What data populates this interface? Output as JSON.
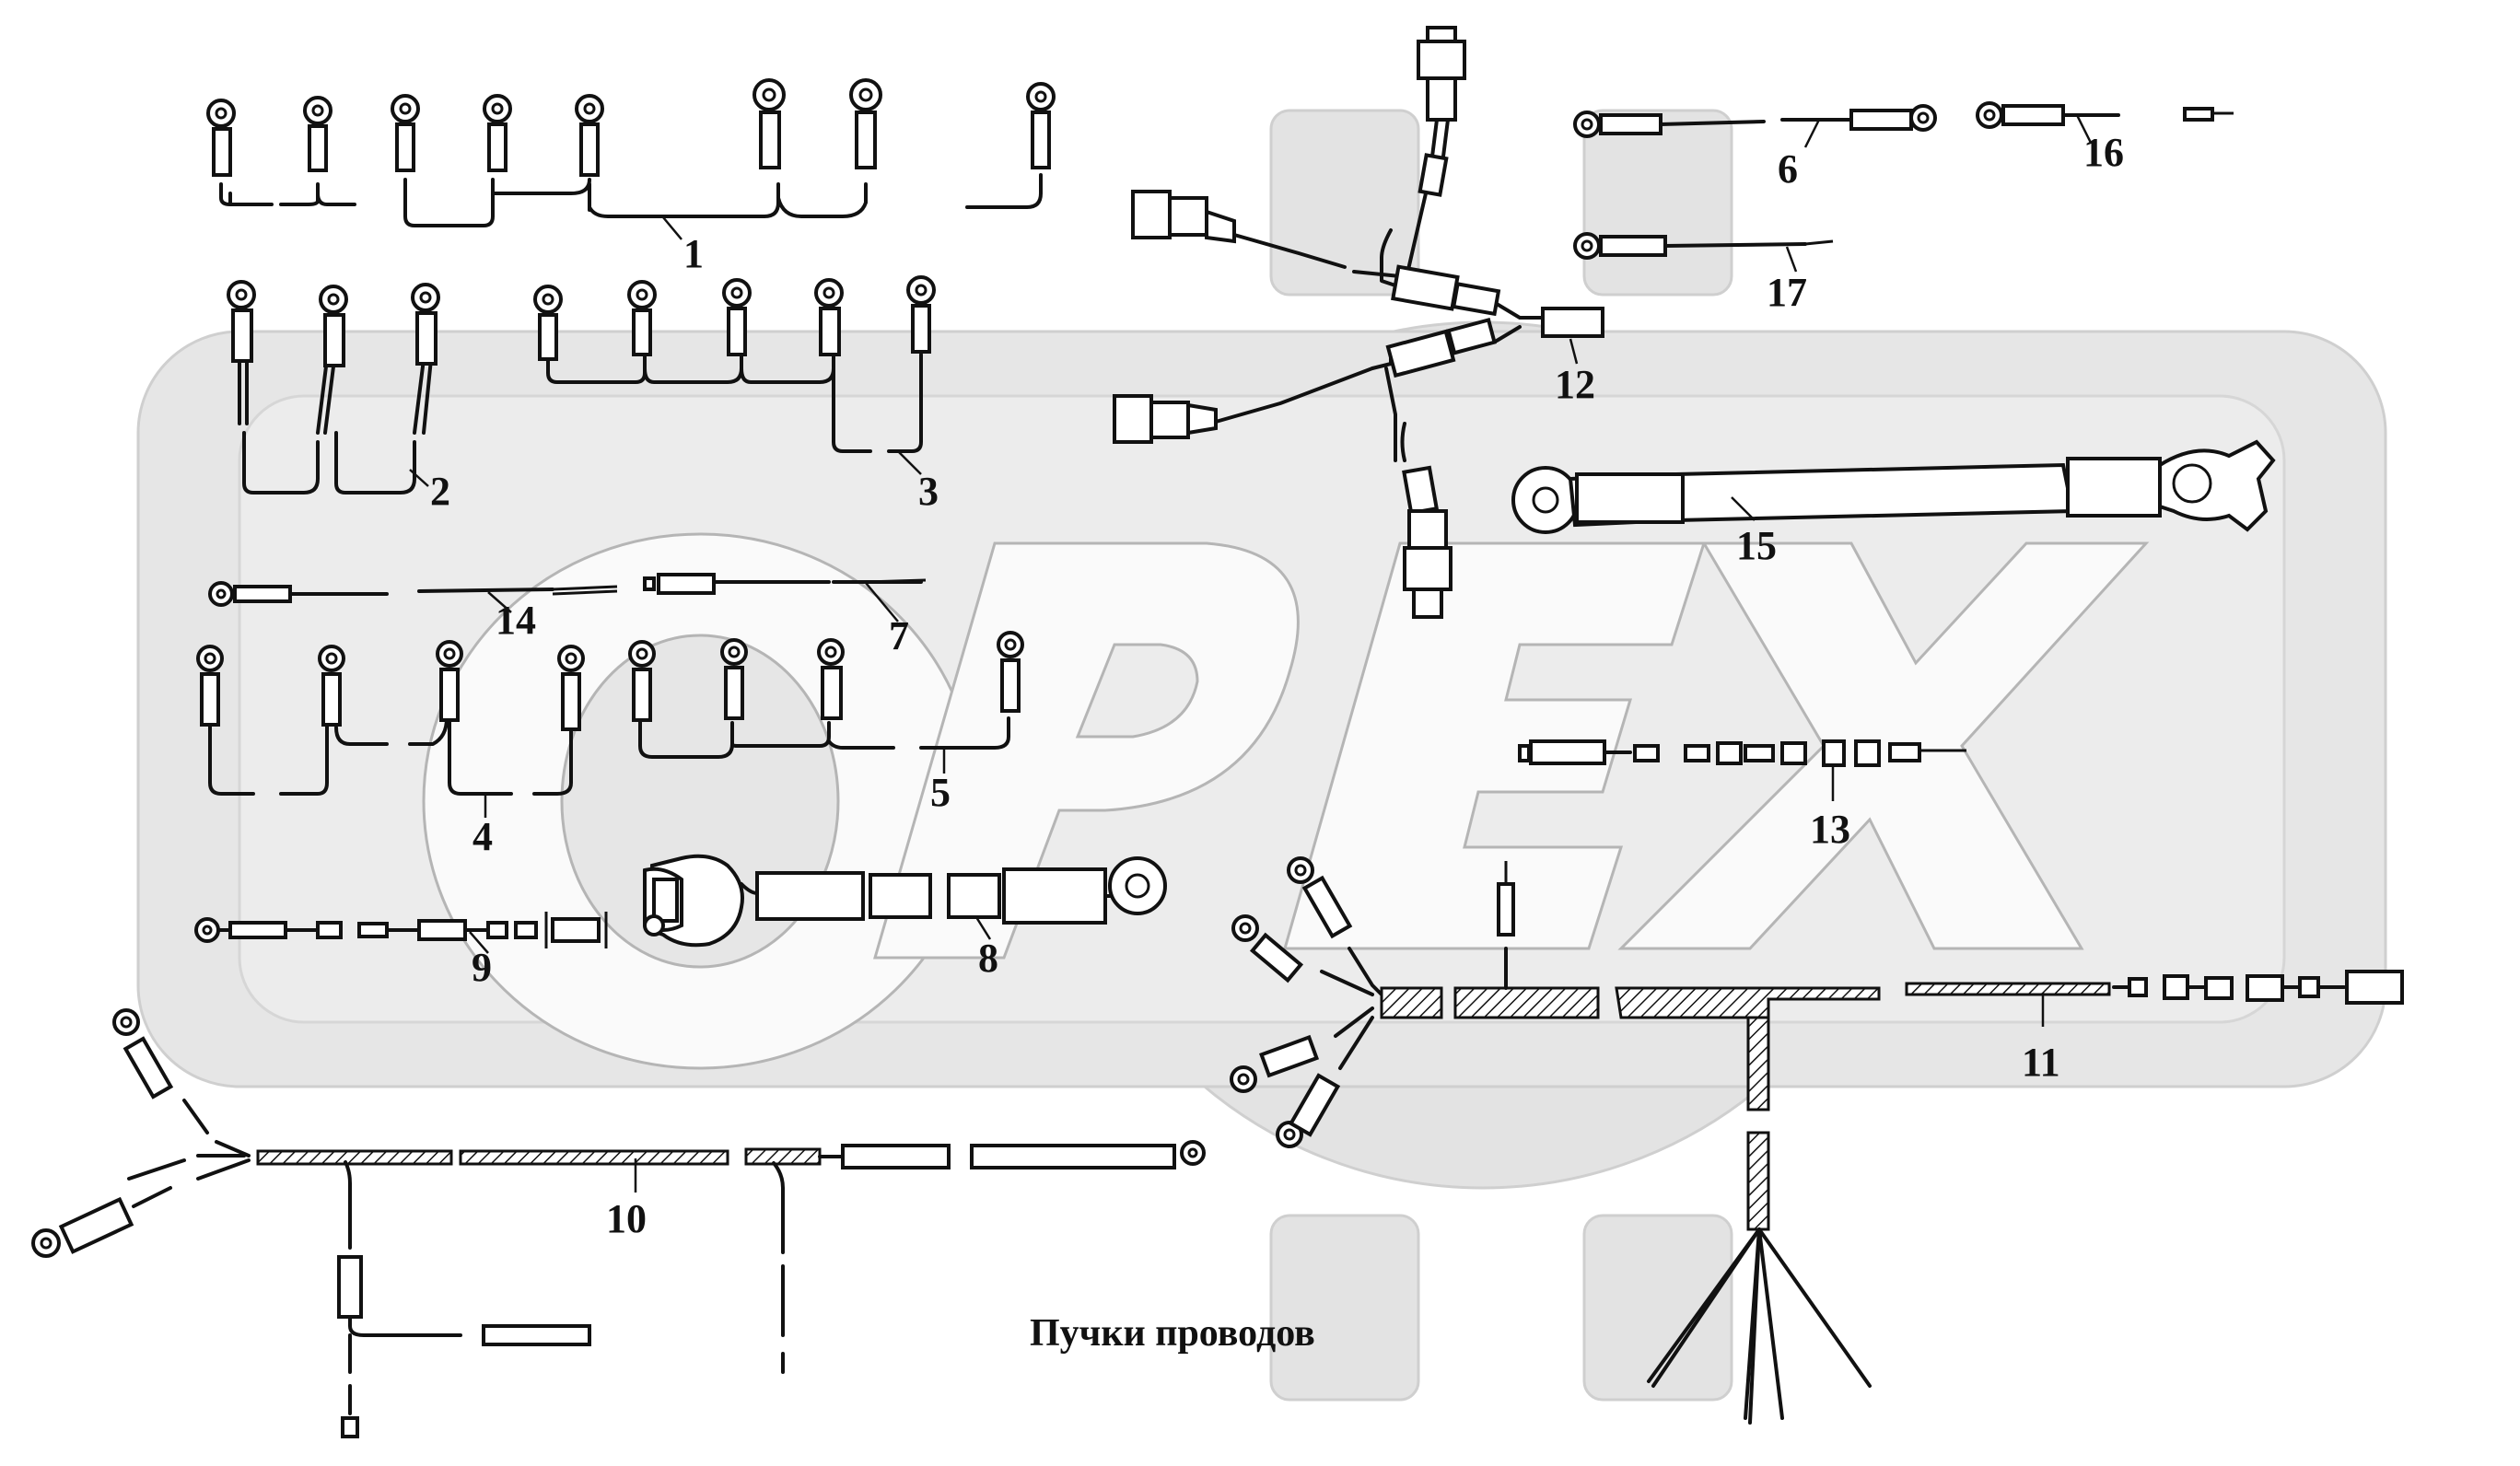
{
  "watermark": {
    "text": "OPEX",
    "color": "#e3e3e3"
  },
  "labels": [
    {
      "id": "1",
      "text": "1"
    },
    {
      "id": "2",
      "text": "2"
    },
    {
      "id": "3",
      "text": "3"
    },
    {
      "id": "4",
      "text": "4"
    },
    {
      "id": "5",
      "text": "5"
    },
    {
      "id": "6",
      "text": "6"
    },
    {
      "id": "7",
      "text": "7"
    },
    {
      "id": "8",
      "text": "8"
    },
    {
      "id": "9",
      "text": "9"
    },
    {
      "id": "10",
      "text": "10"
    },
    {
      "id": "11",
      "text": "11"
    },
    {
      "id": "12",
      "text": "12"
    },
    {
      "id": "13",
      "text": "13"
    },
    {
      "id": "14",
      "text": "14"
    },
    {
      "id": "15",
      "text": "15"
    },
    {
      "id": "16",
      "text": "16"
    },
    {
      "id": "17",
      "text": "17"
    }
  ],
  "caption": "Пучки проводов"
}
